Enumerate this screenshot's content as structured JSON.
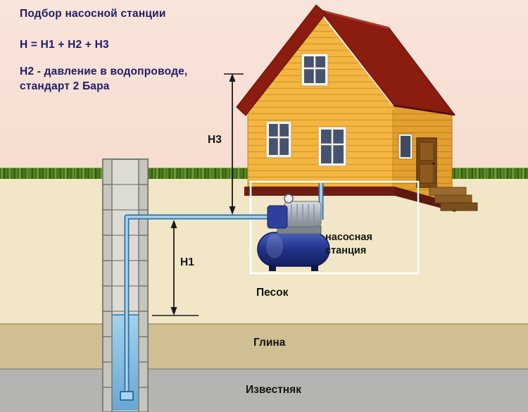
{
  "header": {
    "title": "Подбор насосной станции",
    "formula": "Н = Н1 + Н2 + Н3",
    "note_line1": "Н2 - давление в водопроводе,",
    "note_line2": "стандарт 2 Бара"
  },
  "measurements": {
    "h3_label": "Н3",
    "h1_label": "Н1"
  },
  "equipment": {
    "pump_label_line1": "насосная",
    "pump_label_line2": "станция"
  },
  "ground_layers": {
    "sand_label": "Песок",
    "clay_label": "Глина",
    "limestone_label": "Известняк"
  },
  "icons": {
    "house": "house-illustration",
    "well": "well-cross-section",
    "pump": "pump-station-unit",
    "pipe": "water-supply-pipe",
    "arrows": "double-headed-measure-arrows"
  },
  "colors": {
    "sky": "#f8e1d8",
    "grass": "#4e7a1a",
    "sand_layer": "#f1e6c6",
    "clay_layer": "#cfbf92",
    "limestone_layer": "#b4b4b0",
    "roof": "#8a1c10",
    "wall_front": "#f4b640",
    "wall_side": "#e3a02f",
    "tank_blue": "#24368e",
    "pipe_blue": "#a9d4f0",
    "heading_text": "#1d1d6b",
    "pump_box_outline": "#ffffff"
  }
}
